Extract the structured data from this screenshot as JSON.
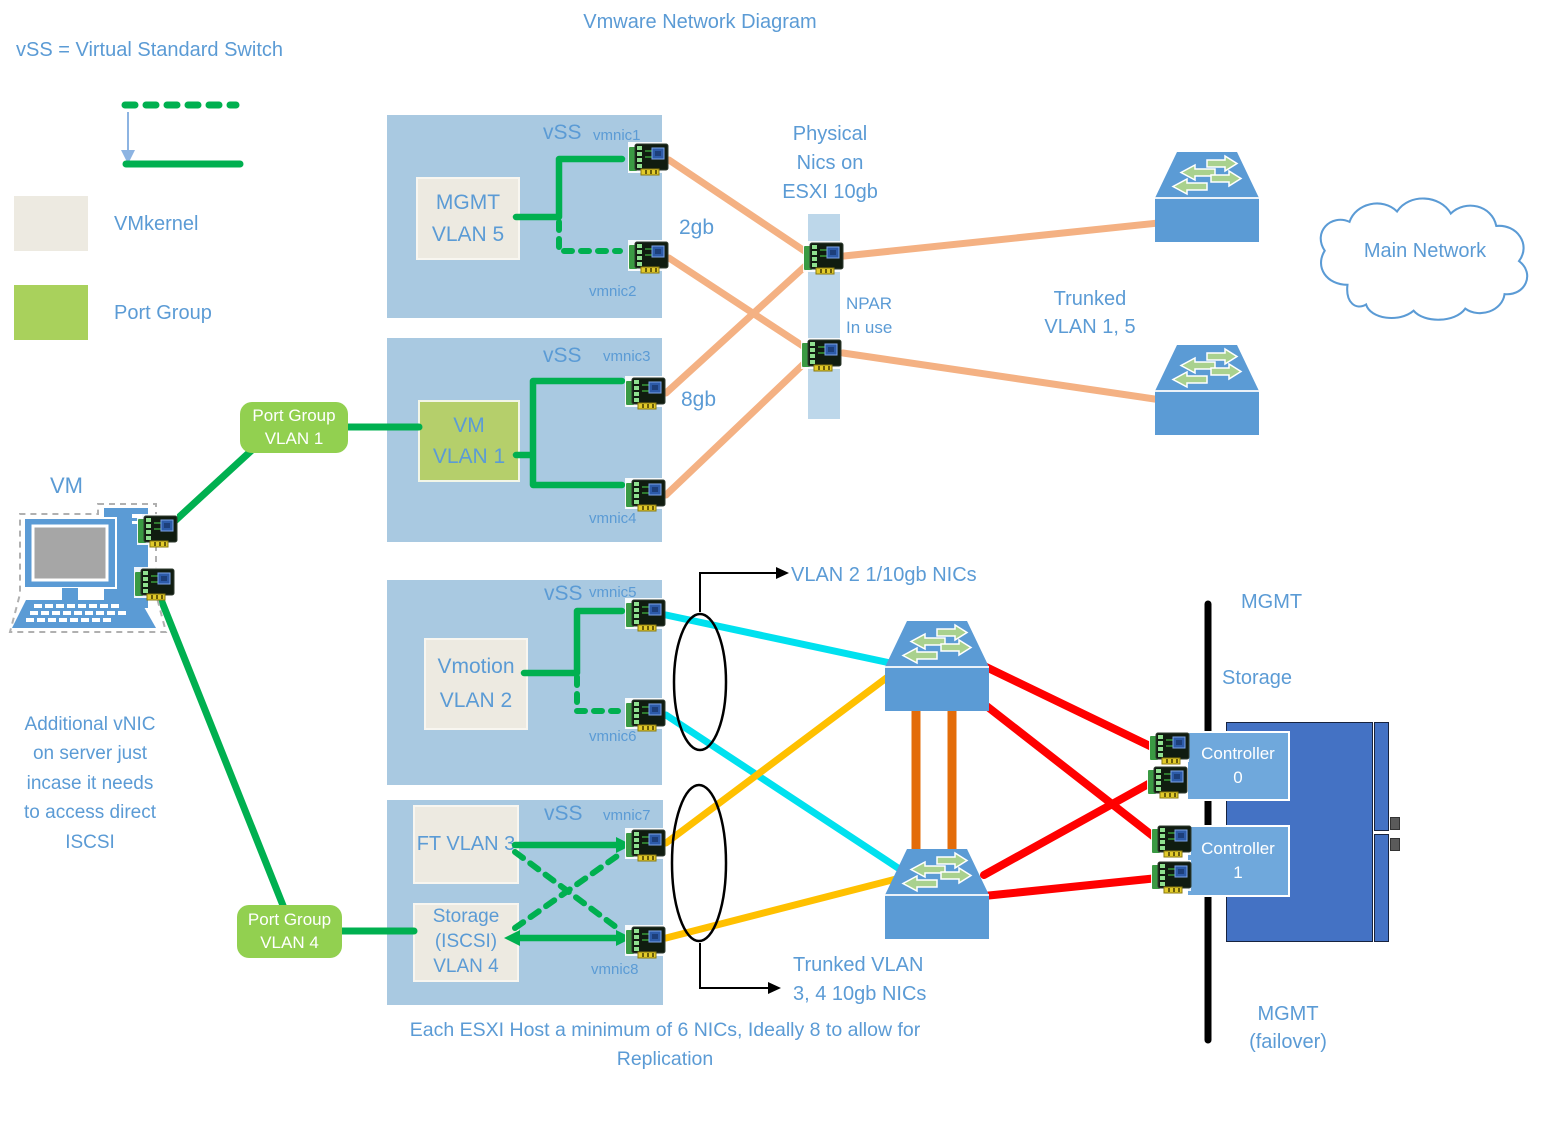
{
  "title": "Vmware Network Diagram",
  "definition": "vSS = Virtual Standard Switch",
  "legend": {
    "vmkernel": "VMkernel",
    "port_group": "Port Group"
  },
  "vss1": {
    "label": "vSS",
    "group": "MGMT\nVLAN 5",
    "nic_top": "vmnic1",
    "nic_bottom": "vmnic2"
  },
  "vss2": {
    "label": "vSS",
    "group": "VM\nVLAN 1",
    "nic_top": "vmnic3",
    "nic_bottom": "vmnic4"
  },
  "vss3": {
    "label": "vSS",
    "group": "Vmotion\nVLAN 2",
    "nic_top": "vmnic5",
    "nic_bottom": "vmnic6"
  },
  "vss4": {
    "label": "vSS",
    "group_top": "FT VLAN 3",
    "group_bottom": "Storage\n(ISCSI)\nVLAN 4",
    "nic_top": "vmnic7",
    "nic_bottom": "vmnic8"
  },
  "annotations": {
    "physical_nics": "Physical\nNics on\nESXI 10gb",
    "npar": "NPAR\nIn use",
    "speed_2gb": "2gb",
    "speed_8gb": "8gb",
    "trunked_vlan_1_5": "Trunked\nVLAN 1, 5",
    "vlan2_nics": "VLAN 2 1/10gb NICs",
    "trunked_vlan_3_4": "Trunked VLAN\n3, 4  10gb NICs",
    "additional_vnic": "Additional vNIC\non server just\nincase it needs\nto access direct\nISCSI",
    "bottom_note": "Each ESXI Host a minimum of 6 NICs, Ideally 8 to allow for\nReplication"
  },
  "vm": {
    "label": "VM"
  },
  "port_groups": {
    "vlan1": "Port Group\nVLAN 1",
    "vlan4": "Port Group\nVLAN 4"
  },
  "cloud": {
    "label": "Main Network"
  },
  "storage": {
    "mgmt_top": "MGMT",
    "storage_label": "Storage",
    "controller0": "Controller\n0",
    "controller1": "Controller\n1",
    "mgmt_failover": "MGMT\n(failover)"
  },
  "icons": {
    "nic": "network-card-icon",
    "switch": "ethernet-switch-icon",
    "cloud": "cloud-icon",
    "computer": "desktop-computer-icon"
  },
  "colors": {
    "text_blue": "#5B9BD5",
    "green_line": "#00B050",
    "salmon_line": "#F4B183",
    "cyan_line": "#00E1EF",
    "amber_line": "#FFC000",
    "dark_orange_line": "#E36C0A",
    "red_line": "#FF0000",
    "vss_box": "#A9C9E1",
    "vmkernel_box": "#EDEAE1",
    "port_group_swatch": "#A9D15C",
    "port_group_pill": "#92D050",
    "switch_blue": "#5B9BD5",
    "storage_blue": "#4472C4",
    "controller_blue": "#6FA8DC"
  }
}
